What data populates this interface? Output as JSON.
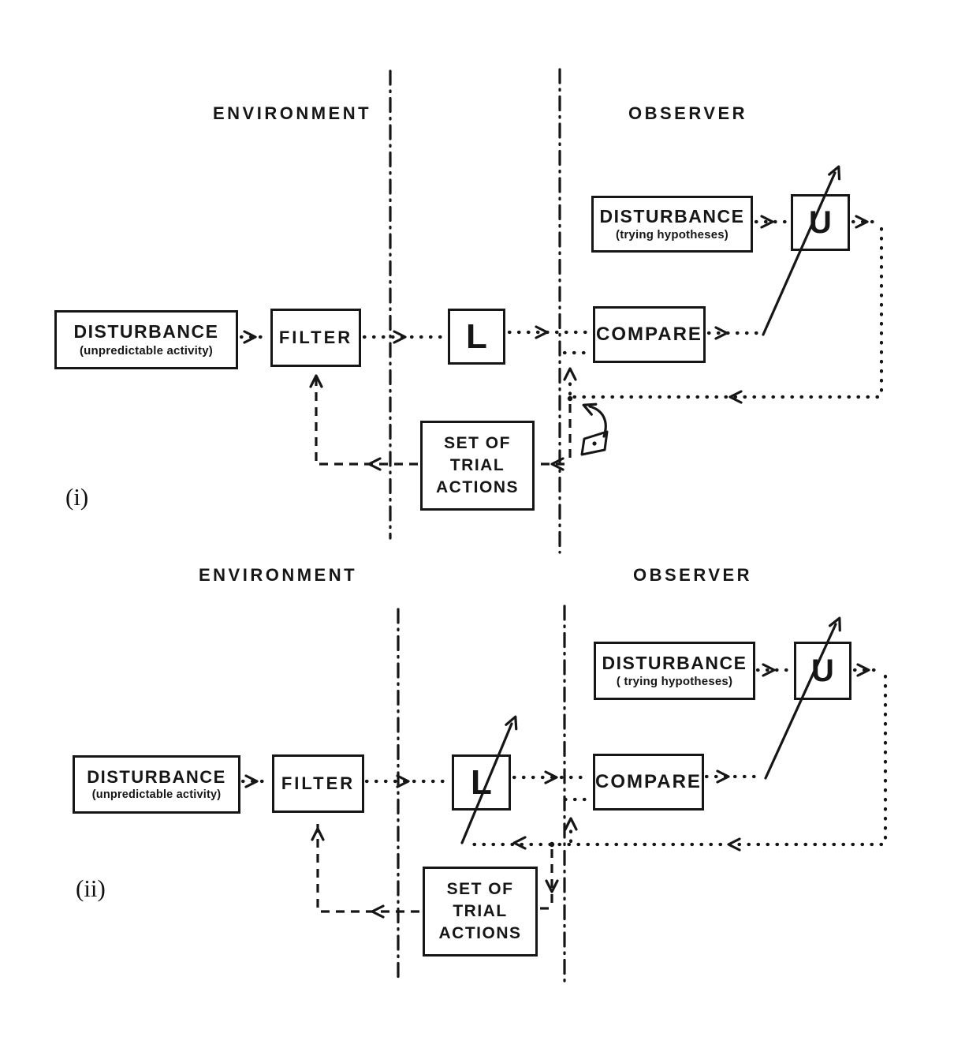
{
  "figure": {
    "diagrams": [
      {
        "index_label": "(i)",
        "environment_label": "ENVIRONMENT",
        "observer_label": "OBSERVER",
        "disturbance_env_title": "DISTURBANCE",
        "disturbance_env_subtitle": "(unpredictable activity)",
        "filter_label": "FILTER",
        "l_label": "L",
        "compare_label": "COMPARE",
        "disturbance_obs_title": "DISTURBANCE",
        "disturbance_obs_subtitle": "(trying hypotheses)",
        "u_label": "U",
        "trial_line1": "SET OF",
        "trial_line2": "TRIAL",
        "trial_line3": "ACTIONS"
      },
      {
        "index_label": "(ii)",
        "environment_label": "ENVIRONMENT",
        "observer_label": "OBSERVER",
        "disturbance_env_title": "DISTURBANCE",
        "disturbance_env_subtitle": "(unpredictable activity)",
        "filter_label": "FILTER",
        "l_label": "L",
        "compare_label": "COMPARE",
        "disturbance_obs_title": "DISTURBANCE",
        "disturbance_obs_subtitle": "( trying hypotheses)",
        "u_label": "U",
        "trial_line1": "SET OF",
        "trial_line2": "TRIAL",
        "trial_line3": "ACTIONS"
      }
    ],
    "ink_color": "#161616",
    "paper_color": "#ffffff"
  }
}
